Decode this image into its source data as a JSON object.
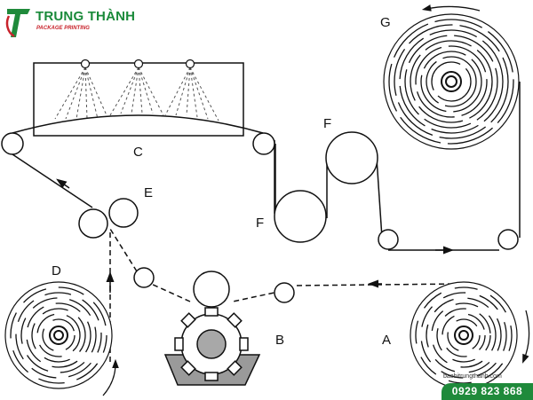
{
  "brand": {
    "name": "TRUNG THÀNH",
    "tagline": "PACKAGE     PRINTING",
    "website": "baobitrungthanh.com",
    "phone": "0929 823 868",
    "colors": {
      "green": "#1f8a3b",
      "red": "#c8232b"
    }
  },
  "diagram": {
    "labels": {
      "A": "A",
      "B": "B",
      "C": "C",
      "D": "D",
      "E": "E",
      "F_top": "F",
      "F_bottom": "F",
      "G": "G"
    }
  }
}
